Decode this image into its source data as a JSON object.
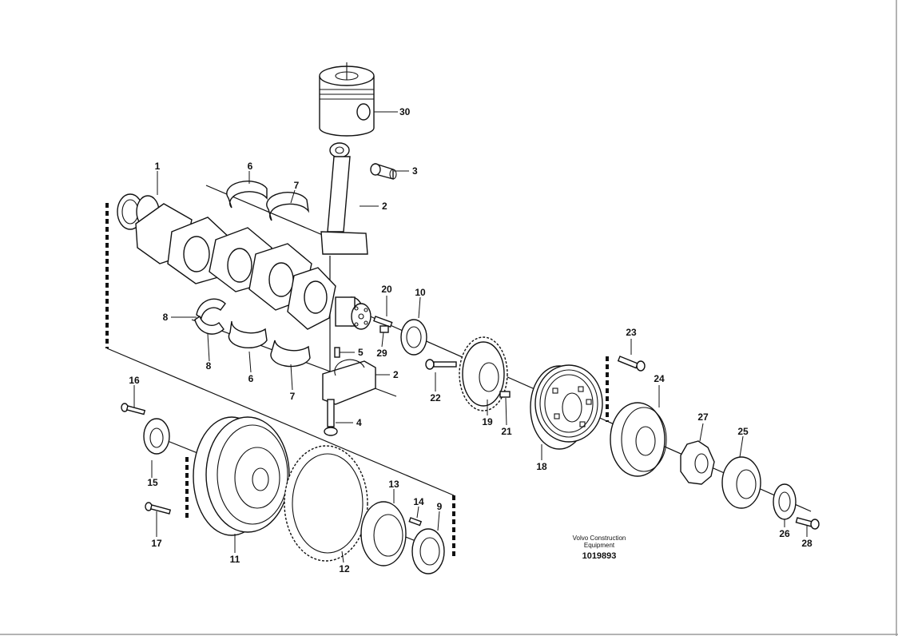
{
  "callouts": {
    "c1": "1",
    "c2a": "2",
    "c2b": "2",
    "c3": "3",
    "c4": "4",
    "c5": "5",
    "c6a": "6",
    "c6b": "6",
    "c7a": "7",
    "c7b": "7",
    "c8a": "8",
    "c8b": "8",
    "c9": "9",
    "c10": "10",
    "c11": "11",
    "c12": "12",
    "c13": "13",
    "c14": "14",
    "c15": "15",
    "c16": "16",
    "c17": "17",
    "c18": "18",
    "c19": "19",
    "c20": "20",
    "c21": "21",
    "c22": "22",
    "c23": "23",
    "c24": "24",
    "c25": "25",
    "c26": "26",
    "c27": "27",
    "c28": "28",
    "c29": "29",
    "c30": "30"
  },
  "caption": {
    "brand_line1": "Volvo Construction",
    "brand_line2": "Equipment",
    "doc_number": "1019893"
  }
}
